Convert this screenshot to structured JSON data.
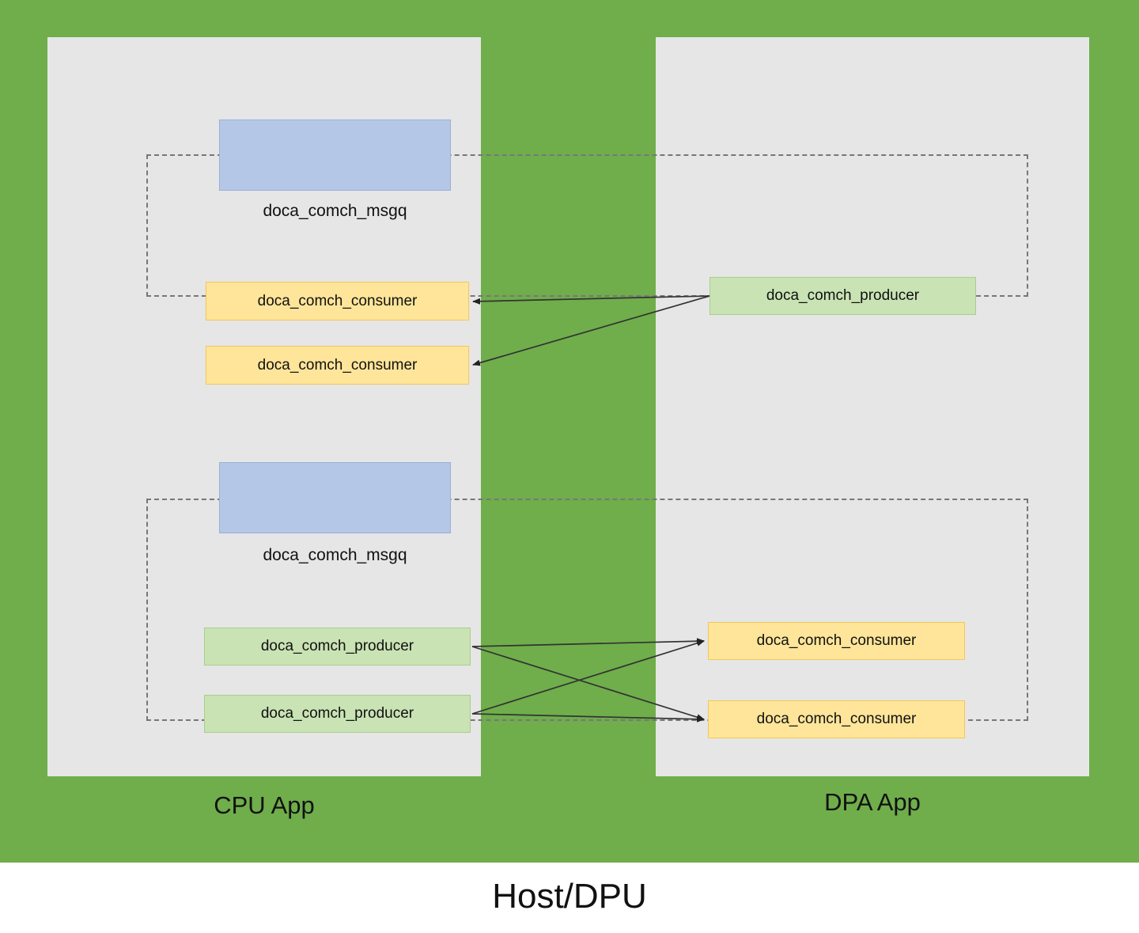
{
  "diagram": {
    "title": "Host/DPU",
    "background_color": "#6FAE4B",
    "panel_color": "#E6E6E6",
    "panels": [
      {
        "id": "cpu",
        "label": "CPU App"
      },
      {
        "id": "dpa",
        "label": "DPA App"
      }
    ],
    "colors": {
      "msgq": "#B5C7E7",
      "consumer": "#FEE599",
      "producer": "#C9E3B4",
      "dashed_group": "#777777",
      "arrow": "#333333"
    },
    "groups": [
      {
        "id": "msgq-group-top",
        "caption": ""
      },
      {
        "id": "msgq-group-bottom",
        "caption": ""
      }
    ],
    "nodes": {
      "top_msgq": {
        "label": "",
        "caption": "doca_comch_msgq",
        "type": "msgq"
      },
      "top_consumer_1": {
        "label": "doca_comch_consumer",
        "type": "consumer"
      },
      "top_consumer_2": {
        "label": "doca_comch_consumer",
        "type": "consumer"
      },
      "top_producer": {
        "label": "doca_comch_producer",
        "type": "producer"
      },
      "bottom_msgq": {
        "label": "",
        "caption": "doca_comch_msgq",
        "type": "msgq"
      },
      "bottom_producer_1": {
        "label": "doca_comch_producer",
        "type": "producer"
      },
      "bottom_producer_2": {
        "label": "doca_comch_producer",
        "type": "producer"
      },
      "bottom_consumer_1": {
        "label": "doca_comch_consumer",
        "type": "consumer"
      },
      "bottom_consumer_2": {
        "label": "doca_comch_consumer",
        "type": "consumer"
      }
    },
    "edges": [
      {
        "from": "top_producer",
        "to": "top_consumer_1"
      },
      {
        "from": "top_producer",
        "to": "top_consumer_2"
      },
      {
        "from": "bottom_producer_1",
        "to": "bottom_consumer_1"
      },
      {
        "from": "bottom_producer_1",
        "to": "bottom_consumer_2"
      },
      {
        "from": "bottom_producer_2",
        "to": "bottom_consumer_1"
      },
      {
        "from": "bottom_producer_2",
        "to": "bottom_consumer_2"
      }
    ]
  }
}
